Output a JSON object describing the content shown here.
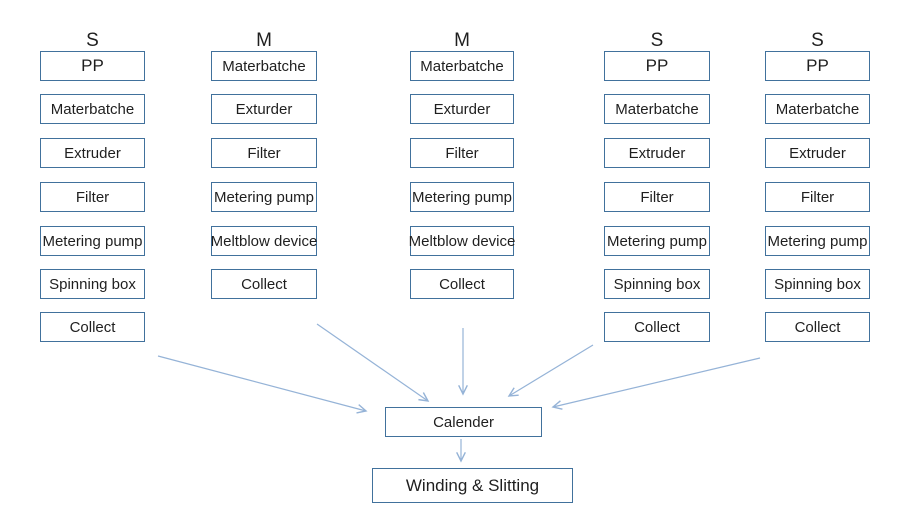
{
  "diagram": {
    "type": "process-flow",
    "description_labels": [],
    "columns": [
      {
        "id": "spunbond-1",
        "header": "S",
        "boxes": [
          "PP",
          "Materbatche",
          "Extruder",
          "Filter",
          "Metering pump",
          "Spinning box",
          "Collect"
        ]
      },
      {
        "id": "meltblown-1",
        "header": "M",
        "boxes": [
          "Materbatche",
          "Exturder",
          "Filter",
          "Metering pump",
          "Meltblow device",
          "Collect"
        ]
      },
      {
        "id": "meltblown-2",
        "header": "M",
        "boxes": [
          "Materbatche",
          "Exturder",
          "Filter",
          "Metering pump",
          "Meltblow device",
          "Collect"
        ]
      },
      {
        "id": "spunbond-2",
        "header": "S",
        "boxes": [
          "PP",
          "Materbatche",
          "Extruder",
          "Filter",
          "Metering pump",
          "Spinning box",
          "Collect"
        ]
      },
      {
        "id": "spunbond-3",
        "header": "S",
        "boxes": [
          "PP",
          "Materbatche",
          "Extruder",
          "Filter",
          "Metering pump",
          "Spinning box",
          "Collect"
        ]
      }
    ],
    "merge_nodes": [
      {
        "id": "calender",
        "label": "Calender"
      },
      {
        "id": "winding-slitting",
        "label": "Winding & Slitting"
      }
    ],
    "connections": [
      {
        "from": "spunbond-1",
        "to": "calender"
      },
      {
        "from": "meltblown-1",
        "to": "calender"
      },
      {
        "from": "meltblown-2",
        "to": "calender"
      },
      {
        "from": "spunbond-2",
        "to": "calender"
      },
      {
        "from": "spunbond-3",
        "to": "calender"
      },
      {
        "from": "calender",
        "to": "winding-slitting"
      }
    ],
    "colors": {
      "box_border": "#41719C",
      "arrow": "#95B3D7",
      "text": "#1f1f1f",
      "background": "#ffffff"
    }
  }
}
